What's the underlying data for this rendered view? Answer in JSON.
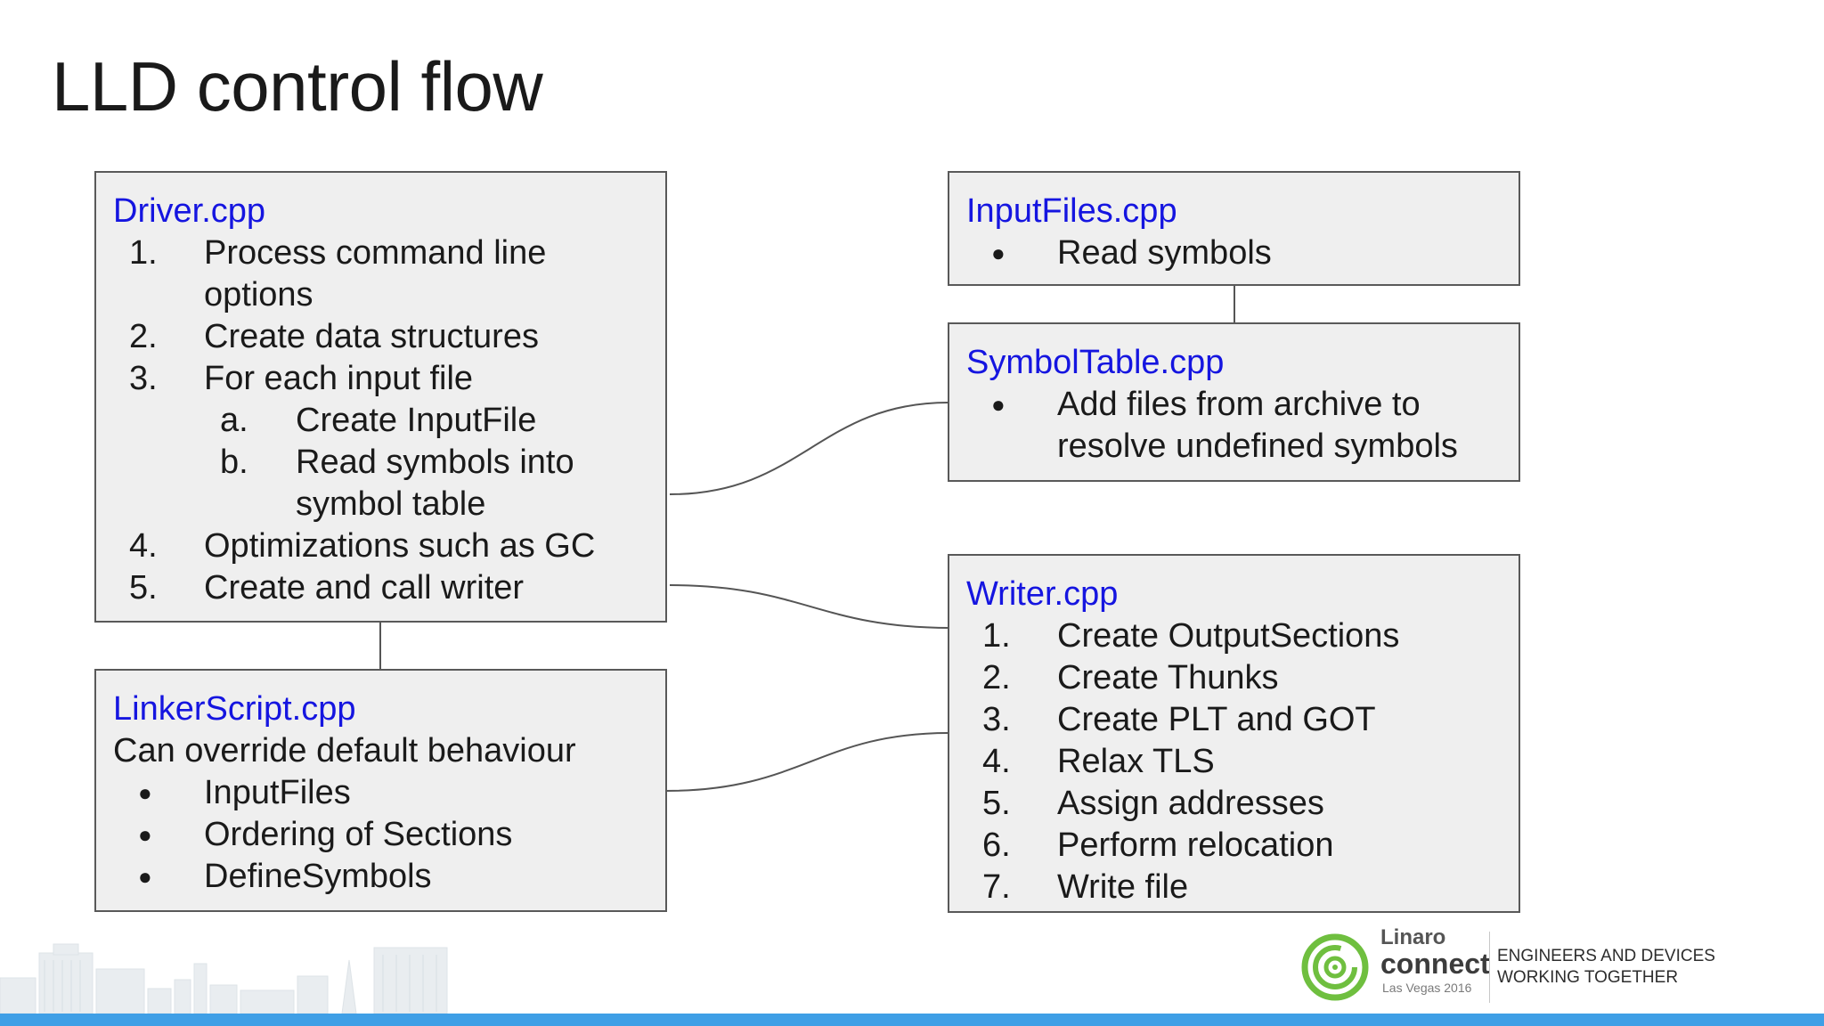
{
  "title": "LLD control flow",
  "boxes": {
    "driver": {
      "title": "Driver.cpp",
      "items": [
        {
          "marker": "1.",
          "text": "Process command line"
        },
        {
          "marker": "",
          "text": "options"
        },
        {
          "marker": "2.",
          "text": "Create data structures"
        },
        {
          "marker": "3.",
          "text": "For each input file"
        },
        {
          "marker": "a.",
          "text": "Create InputFile"
        },
        {
          "marker": "b.",
          "text": "Read symbols into"
        },
        {
          "marker": "",
          "text": "symbol table"
        },
        {
          "marker": "4.",
          "text": "Optimizations such as GC"
        },
        {
          "marker": "5.",
          "text": "Create and call writer"
        }
      ]
    },
    "inputfiles": {
      "title": "InputFiles.cpp",
      "items": [
        {
          "marker": "●",
          "text": "Read symbols"
        }
      ]
    },
    "symboltable": {
      "title": "SymbolTable.cpp",
      "items": [
        {
          "marker": "●",
          "text": "Add files from archive to"
        },
        {
          "marker": "",
          "text": "resolve undefined symbols"
        }
      ]
    },
    "linkerscript": {
      "title": "LinkerScript.cpp",
      "subtitle": "Can override default behaviour",
      "items": [
        {
          "marker": "●",
          "text": "InputFiles"
        },
        {
          "marker": "●",
          "text": "Ordering of Sections"
        },
        {
          "marker": "●",
          "text": "DefineSymbols"
        }
      ]
    },
    "writer": {
      "title": "Writer.cpp",
      "items": [
        {
          "marker": "1.",
          "text": "Create OutputSections"
        },
        {
          "marker": "2.",
          "text": "Create Thunks"
        },
        {
          "marker": "3.",
          "text": "Create PLT and GOT"
        },
        {
          "marker": "4.",
          "text": "Relax TLS"
        },
        {
          "marker": "5.",
          "text": "Assign addresses"
        },
        {
          "marker": "6.",
          "text": "Perform relocation"
        },
        {
          "marker": "7.",
          "text": "Write file"
        }
      ]
    }
  },
  "footer": {
    "logo_brand": "Linaro",
    "logo_connect": "connect",
    "logo_event": "Las Vegas 2016",
    "tagline_line1": "ENGINEERS AND DEVICES",
    "tagline_line2": "WORKING TOGETHER",
    "accent_color": "#3f9fe6",
    "logo_color": "#6fbf3f"
  }
}
